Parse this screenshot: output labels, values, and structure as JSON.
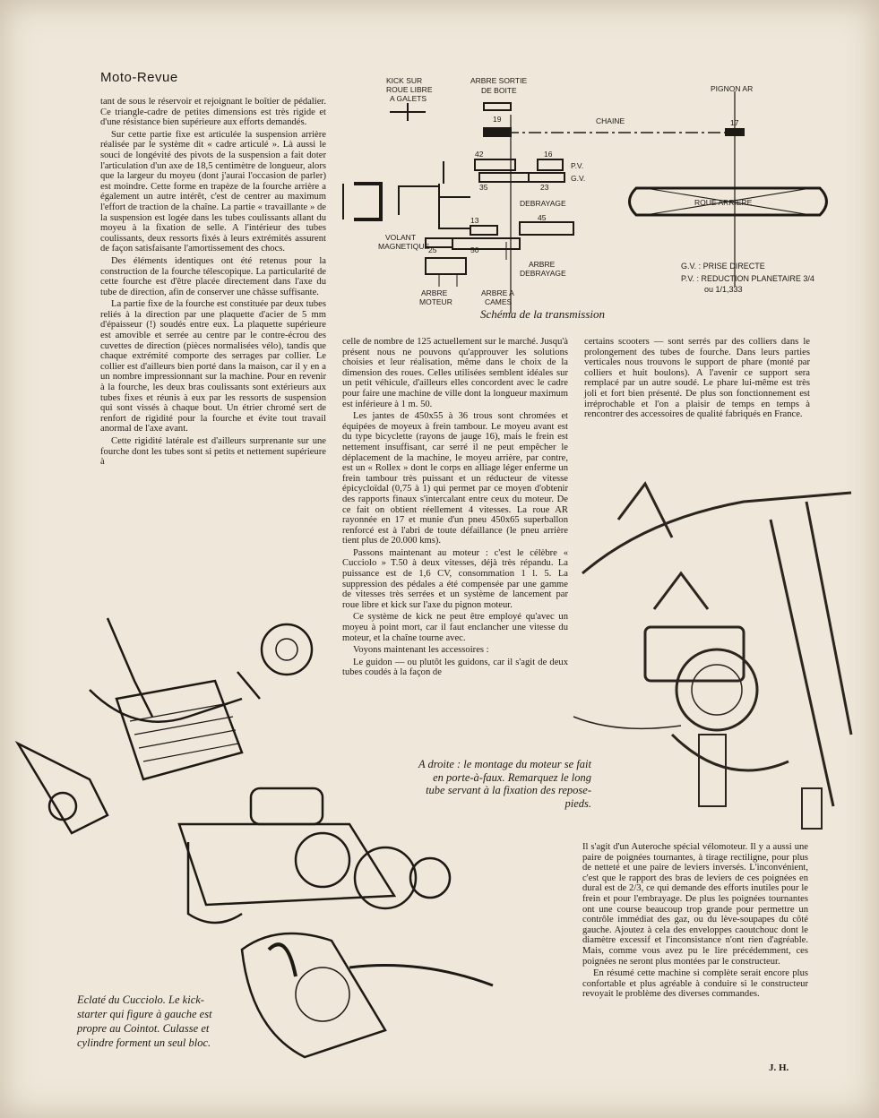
{
  "header": {
    "title": "Moto-Revue"
  },
  "transmission": {
    "labels": {
      "kick": [
        "KICK SUR",
        "ROUE LIBRE",
        "A GALETS"
      ],
      "arbre_sortie": [
        "ARBRE SORTIE",
        "DE BOITE"
      ],
      "pignon_ar": "PIGNON AR",
      "chaine": "CHAINE",
      "pv": "P.V.",
      "gv": "G.V.",
      "debrayage": "DEBRAYAGE",
      "roue_arriere": "ROUE ARRIERE",
      "volant": [
        "VOLANT",
        "MAGNETIQUE"
      ],
      "arbre_debrayage": [
        "ARBRE",
        "DEBRAYAGE"
      ],
      "arbre_moteur": [
        "ARBRE",
        "MOTEUR"
      ],
      "arbre_cames": [
        "ARBRE A",
        "CAMES"
      ],
      "n19": "19",
      "n17": "17",
      "n42": "42",
      "n16": "16",
      "n35": "35",
      "n23": "23",
      "n13": "13",
      "n45": "45",
      "n25": "25",
      "n50": "50"
    },
    "legend": [
      "G.V. : PRISE DIRECTE",
      "P.V. : REDUCTION PLANETAIRE 3/4",
      "ou 1/1,333"
    ],
    "caption": "Schéma de la transmission"
  },
  "col1": [
    "tant de sous le réservoir et rejoignant le boîtier de pédalier. Ce triangle-cadre de petites dimensions est très rigide et d'une résistance bien supérieure aux efforts demandés.",
    "Sur cette partie fixe est articulée la suspension arrière réalisée par le système dit « cadre articulé ». Là aussi le souci de longévité des pivots de la suspension a fait doter l'articulation d'un axe de 18,5 centimètre de longueur, alors que la largeur du moyeu (dont j'aurai l'occasion de parler) est moindre. Cette forme en trapèze de la fourche arrière a également un autre intérêt, c'est de centrer au maximum l'effort de traction de la chaîne. La partie « travaillante » de la suspension est logée dans les tubes coulissants allant du moyeu à la fixation de selle. A l'intérieur des tubes coulissants, deux ressorts fixés à leurs extrémités assurent de façon satisfaisante l'amortissement des chocs.",
    "Des éléments identiques ont été retenus pour la construction de la fourche télescopique. La particularité de cette fourche est d'être placée directement dans l'axe du tube de direction, afin de conserver une châsse suffisante.",
    "La partie fixe de la fourche est constituée par deux tubes reliés à la direction par une plaquette d'acier de 5 mm d'épaisseur (!) soudés entre eux. La plaquette supérieure est amovible et serrée au centre par le contre-écrou des cuvettes de direction (pièces normalisées vélo), tandis que chaque extrémité comporte des serrages par collier. Le collier est d'ailleurs bien porté dans la maison, car il y en a un nombre impressionnant sur la machine. Pour en revenir à la fourche, les deux bras coulissants sont extérieurs aux tubes fixes et réunis à eux par les ressorts de suspension qui sont vissés à chaque bout. Un étrier chromé sert de renfort de rigidité pour la fourche et évite tout travail anormal de l'axe avant.",
    "Cette rigidité latérale est d'ailleurs surprenante sur une fourche dont les tubes sont si petits et nettement supérieure à"
  ],
  "col2": [
    "celle de nombre de 125 actuellement sur le marché. Jusqu'à présent nous ne pouvons qu'approuver les solutions choisies et leur réalisation, même dans le choix de la dimension des roues. Celles utilisées semblent idéales sur un petit véhicule, d'ailleurs elles concordent avec le cadre pour faire une machine de ville dont la longueur maximum est inférieure à 1 m. 50.",
    "Les jantes de 450x55 à 36 trous sont chromées et équipées de moyeux à frein tambour. Le moyeu avant est du type bicyclette (rayons de jauge 16), mais le frein est nettement insuffisant, car serré il ne peut empêcher le déplacement de la machine, le moyeu arrière, par contre, est un « Rollex » dont le corps en alliage léger enferme un frein tambour très puissant et un réducteur de vitesse épicycloïdal (0,75 à 1) qui permet par ce moyen d'obtenir des rapports finaux s'intercalant entre ceux du moteur. De ce fait on obtient réellement 4 vitesses. La roue AR rayonnée en 17 et munie d'un pneu 450x65 superballon renforcé est à l'abri de toute défaillance (le pneu arrière tient plus de 20.000 kms).",
    "Passons maintenant au moteur : c'est le célèbre « Cucciolo » T.50 à deux vitesses, déjà très répandu. La puissance est de 1,6 CV, consommation 1 l. 5. La suppression des pédales a été compensée par une gamme de vitesses très serrées et un système de lancement par roue libre et kick sur l'axe du pignon moteur.",
    "Ce système de kick ne peut être employé qu'avec un moyeu à point mort, car il faut enclancher une vitesse du moteur, et la chaîne tourne avec.",
    "Voyons maintenant les accessoires :",
    "Le guidon — ou plutôt les guidons, car il s'agit de deux tubes coudés à la façon de"
  ],
  "col3": [
    "certains scooters — sont serrés par des colliers dans le prolongement des tubes de fourche. Dans leurs parties verticales nous trouvons le support de phare (monté par colliers et huit boulons). A l'avenir ce support sera remplacé par un autre soudé. Le phare lui-même est très joli et fort bien présenté. De plus son fonctionnement est irréprochable et l'on a plaisir de temps en temps à rencontrer des accessoires de qualité fabriqués en France."
  ],
  "col4": [
    "Il s'agit d'un Auteroche spécial vélomoteur. Il y a aussi une paire de poignées tournantes, à tirage rectiligne, pour plus de netteté et une paire de leviers inversés. L'inconvénient, c'est que le rapport des bras de leviers de ces poignées en dural est de 2/3, ce qui demande des efforts inutiles pour le frein et pour l'embrayage. De plus les poignées tournantes ont une course beaucoup trop grande pour permettre un contrôle immédiat des gaz, ou du lève-soupapes du côté gauche. Ajoutez à cela des enveloppes caoutchouc dont le diamètre excessif et l'inconsistance n'ont rien d'agréable. Mais, comme vous avez pu le lire précédemment, ces poignées ne seront plus montées par le constructeur.",
    "En résumé cette machine si complète serait encore plus confortable et plus agréable à conduire si le constructeur revoyait le problème des diverses commandes."
  ],
  "signature": "J. H.",
  "caption_right": "A droite : le montage du moteur se fait en porte-à-faux. Remarquez le long tube servant à la fixation des repose-pieds.",
  "caption_left": "Eclaté du Cucciolo. Le kick-starter qui figure à gauche est propre au Cointot. Culasse et cylindre forment un seul bloc."
}
